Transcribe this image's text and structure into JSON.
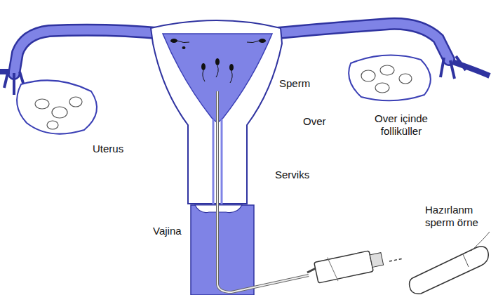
{
  "diagram": {
    "labels": [
      "Sperm",
      "Over",
      "Over içinde folliküller",
      "Uterus",
      "Serviks",
      "Vajina",
      "Hazırlanm sperm örne"
    ]
  }
}
